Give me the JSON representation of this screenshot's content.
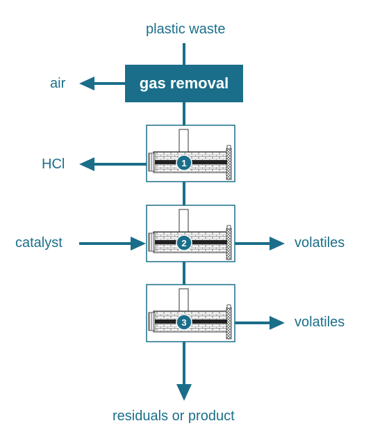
{
  "colors": {
    "accent": "#1a6e8a"
  },
  "labels": {
    "input": "plastic waste",
    "gas_removal": "gas removal",
    "air": "air",
    "hcl": "HCl",
    "catalyst": "catalyst",
    "volatiles_1": "volatiles",
    "volatiles_2": "volatiles",
    "output": "residuals or product"
  },
  "reactors": [
    {
      "number": "1"
    },
    {
      "number": "2"
    },
    {
      "number": "3"
    }
  ]
}
